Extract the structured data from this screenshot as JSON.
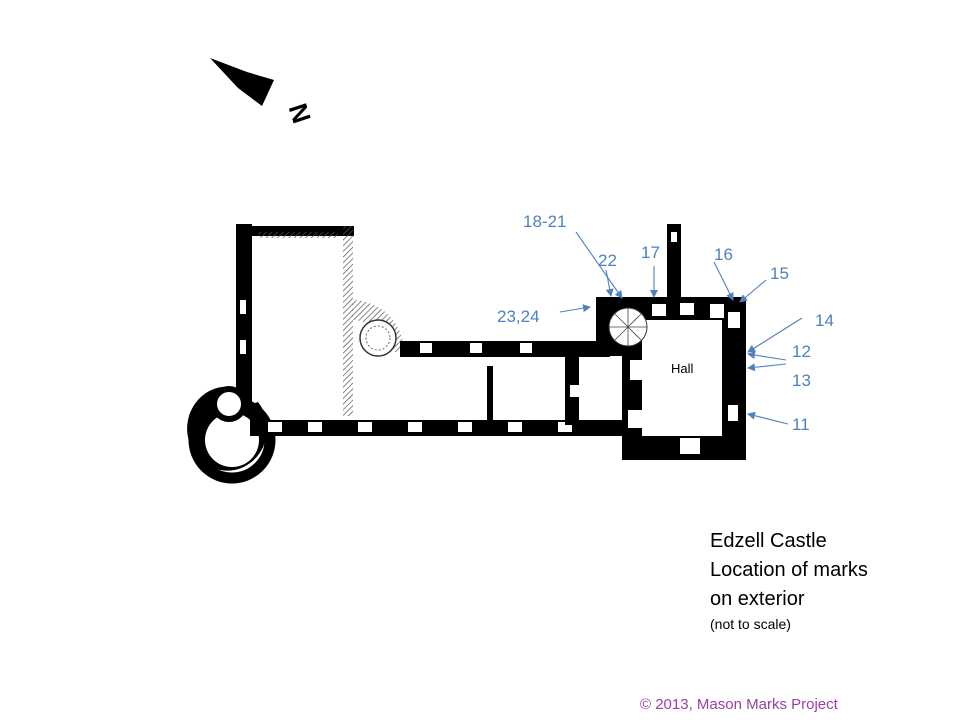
{
  "north_indicator": {
    "label": "N"
  },
  "plan": {
    "room_labels": [
      {
        "id": "hall",
        "text": "Hall"
      }
    ],
    "mark_labels": [
      {
        "id": "m18-21",
        "text": "18-21"
      },
      {
        "id": "m22",
        "text": "22"
      },
      {
        "id": "m17",
        "text": "17"
      },
      {
        "id": "m16",
        "text": "16"
      },
      {
        "id": "m15",
        "text": "15"
      },
      {
        "id": "m23-24",
        "text": "23,24"
      },
      {
        "id": "m14",
        "text": "14"
      },
      {
        "id": "m12",
        "text": "12"
      },
      {
        "id": "m13",
        "text": "13"
      },
      {
        "id": "m11",
        "text": "11"
      }
    ]
  },
  "caption": {
    "line1": "Edzell Castle",
    "line2": "Location of marks",
    "line3": "on exterior",
    "note": "(not to scale)"
  },
  "copyright": "© 2013, Mason Marks Project",
  "colors": {
    "mark_blue": "#4f81bd",
    "walls": "#000000",
    "copyright": "#9b3fa8"
  }
}
